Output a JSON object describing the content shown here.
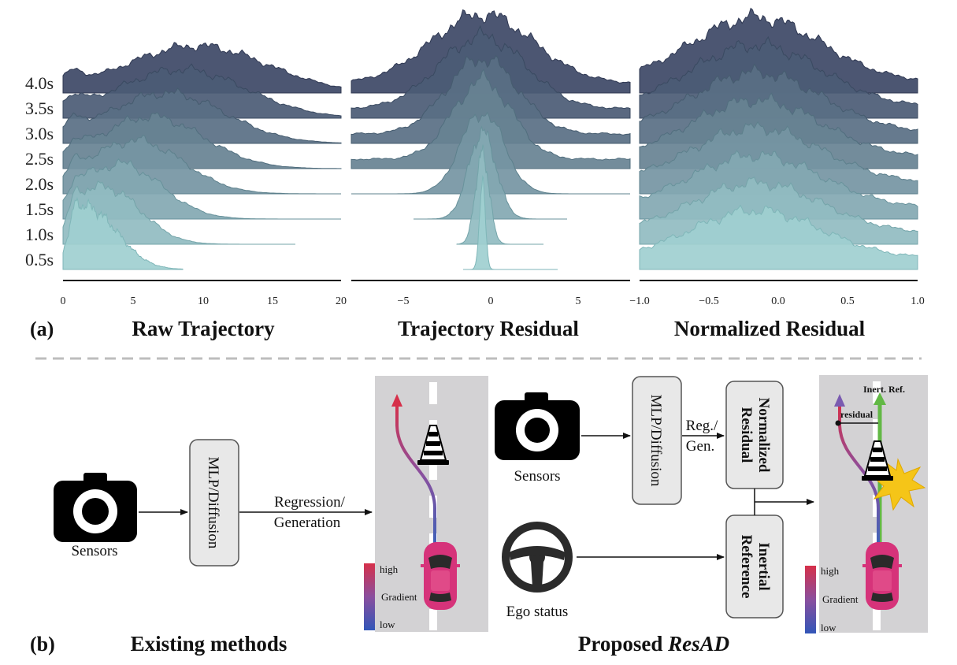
{
  "part_a": {
    "label": "(a)",
    "ridge_labels": [
      "4.0s",
      "3.5s",
      "3.0s",
      "2.5s",
      "2.0s",
      "1.5s",
      "1.0s",
      "0.5s"
    ],
    "panels": [
      {
        "title": "Raw Trajectory",
        "ticks": [
          "0",
          "5",
          "10",
          "15",
          "20"
        ]
      },
      {
        "title": "Trajectory Residual",
        "ticks": [
          "−5",
          "0",
          "5"
        ]
      },
      {
        "title": "Normalized Residual",
        "ticks": [
          "−1.0",
          "−0.5",
          "0.0",
          "0.5",
          "1.0"
        ]
      }
    ]
  },
  "part_b": {
    "label": "(b)",
    "existing": {
      "caption": "Existing methods",
      "sensors_label": "Sensors",
      "model_box": "MLP/Diffusion",
      "arrow_line1": "Regression/",
      "arrow_line2": "Generation",
      "gradient_high": "high",
      "gradient_mid": "Gradient",
      "gradient_low": "low"
    },
    "proposed": {
      "caption_prefix": "Proposed ",
      "caption_name": "ResAD",
      "sensors_label": "Sensors",
      "ego_label": "Ego status",
      "model_box": "MLP/Diffusion",
      "arrow_line1": "Reg./",
      "arrow_line2": "Gen.",
      "norm_box_line1": "Normalized",
      "norm_box_line2": "Residual",
      "inert_box_line1": "Inertial",
      "inert_box_line2": "Reference",
      "inert_ref_label": "Inert. Ref.",
      "residual_label": "residual",
      "gradient_high": "high",
      "gradient_mid": "Gradient",
      "gradient_low": "low"
    }
  },
  "colors": {
    "ridge_dark": "#3d4866",
    "ridge_light": "#9fcfd0",
    "road": "#d3d2d4",
    "car": "#d6337a",
    "burst": "#f5c518",
    "ref_arrow": "#62b845"
  }
}
